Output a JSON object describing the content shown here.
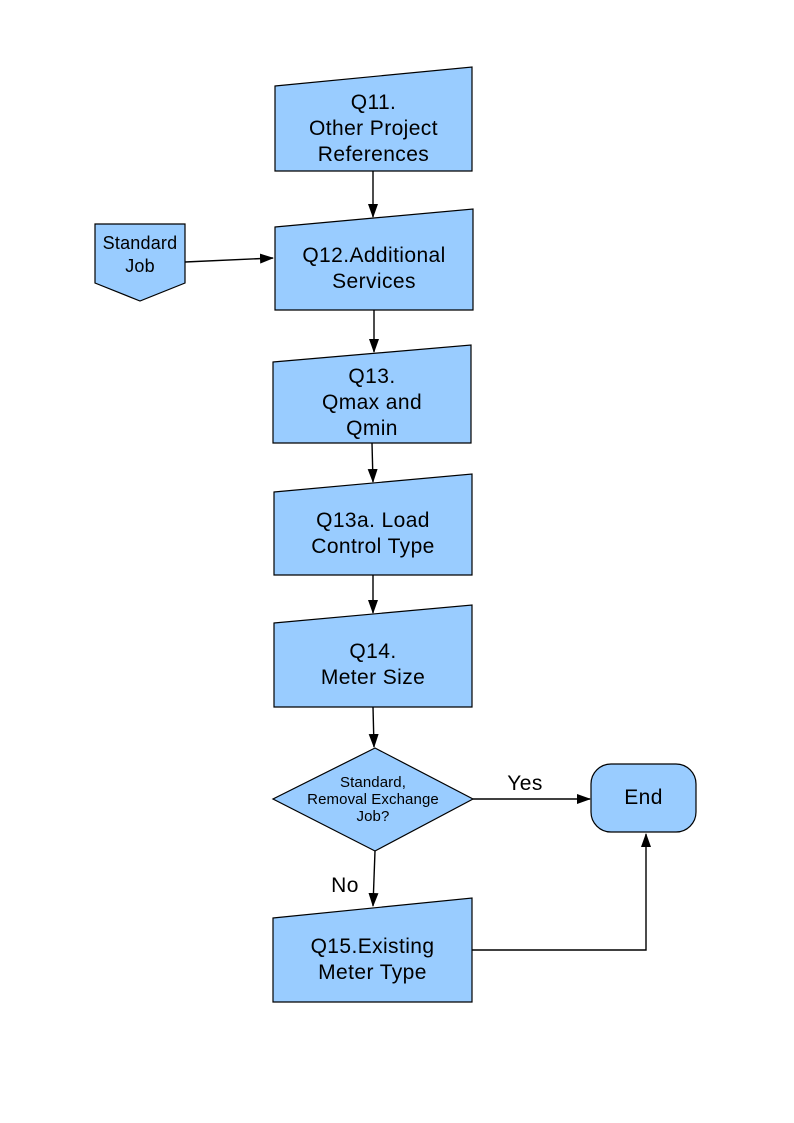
{
  "page": {
    "background_color": "#ffffff"
  },
  "colors": {
    "node_fill": "#99ccff",
    "node_border": "#000000",
    "connector": "#000000",
    "label_text": "#000000"
  },
  "nodes": {
    "q11": {
      "type": "manual-input",
      "label": "Q11.\nOther Project\nReferences"
    },
    "standard_job": {
      "type": "off-page-connector",
      "label": "Standard\nJob"
    },
    "q12": {
      "type": "manual-input",
      "label": "Q12.Additional\nServices"
    },
    "q13": {
      "type": "manual-input",
      "label": "Q13.\nQmax and\nQmin"
    },
    "q13a": {
      "type": "manual-input",
      "label": "Q13a. Load\nControl Type"
    },
    "q14": {
      "type": "manual-input",
      "label": "Q14.\nMeter Size"
    },
    "decision": {
      "type": "decision",
      "label": "Standard,\nRemoval Exchange\nJob?"
    },
    "end": {
      "type": "terminator",
      "label": "End"
    },
    "q15": {
      "type": "manual-input",
      "label": "Q15.Existing\nMeter Type"
    }
  },
  "edges": [
    {
      "from": "q11",
      "to": "q12",
      "label": ""
    },
    {
      "from": "standard_job",
      "to": "q12",
      "label": ""
    },
    {
      "from": "q12",
      "to": "q13",
      "label": ""
    },
    {
      "from": "q13",
      "to": "q13a",
      "label": ""
    },
    {
      "from": "q13a",
      "to": "q14",
      "label": ""
    },
    {
      "from": "q14",
      "to": "decision",
      "label": ""
    },
    {
      "from": "decision",
      "to": "end",
      "label": "Yes"
    },
    {
      "from": "decision",
      "to": "q15",
      "label": "No"
    },
    {
      "from": "q15",
      "to": "end",
      "label": ""
    }
  ]
}
